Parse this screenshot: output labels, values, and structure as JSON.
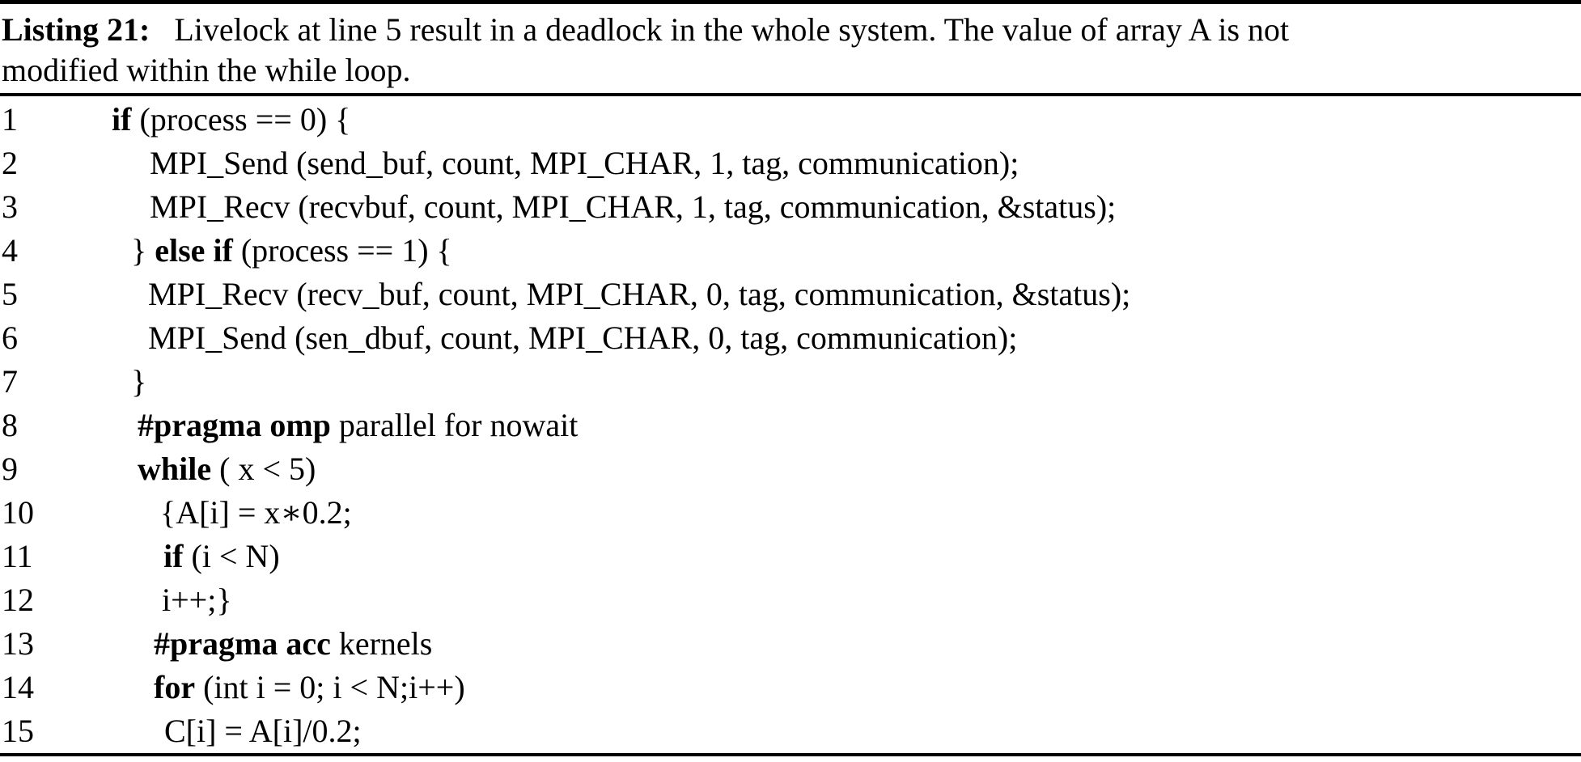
{
  "caption": {
    "label": "Listing 21:",
    "line1": "Livelock at line 5 result in a deadlock in the whole system. The value of array A is not",
    "line2": "modified within the while loop."
  },
  "code": {
    "lines": [
      {
        "no": "1",
        "indent": 138,
        "segments": [
          {
            "t": "if",
            "b": true
          },
          {
            "t": " (process == 0) {",
            "b": false
          }
        ]
      },
      {
        "no": "2",
        "indent": 185,
        "segments": [
          {
            "t": "MPI_Send (send_buf, count, MPI_CHAR, 1, tag, communication);",
            "b": false
          }
        ]
      },
      {
        "no": "3",
        "indent": 185,
        "segments": [
          {
            "t": "MPI_Recv (recvbuf, count, MPI_CHAR, 1, tag, communication, &status);",
            "b": false
          }
        ]
      },
      {
        "no": "4",
        "indent": 162,
        "segments": [
          {
            "t": "} ",
            "b": false
          },
          {
            "t": "else if",
            "b": true
          },
          {
            "t": " (process == 1) {",
            "b": false
          }
        ]
      },
      {
        "no": "5",
        "indent": 183,
        "segments": [
          {
            "t": "MPI_Recv (recv_buf, count, MPI_CHAR, 0, tag, communication, &status);",
            "b": false
          }
        ]
      },
      {
        "no": "6",
        "indent": 183,
        "segments": [
          {
            "t": "MPI_Send (sen_dbuf, count, MPI_CHAR, 0, tag, communication);",
            "b": false
          }
        ]
      },
      {
        "no": "7",
        "indent": 162,
        "segments": [
          {
            "t": "}",
            "b": false
          }
        ]
      },
      {
        "no": "8",
        "indent": 170,
        "segments": [
          {
            "t": "#pragma omp",
            "b": true
          },
          {
            "t": " parallel for nowait",
            "b": false
          }
        ]
      },
      {
        "no": "9",
        "indent": 170,
        "segments": [
          {
            "t": "while",
            "b": true
          },
          {
            "t": " ( x < 5)",
            "b": false
          }
        ]
      },
      {
        "no": "10",
        "indent": 198,
        "segments": [
          {
            "t": "{A[i] = x∗0.2;",
            "b": false
          }
        ]
      },
      {
        "no": "11",
        "indent": 202,
        "segments": [
          {
            "t": "if",
            "b": true
          },
          {
            "t": " (i < N)",
            "b": false
          }
        ]
      },
      {
        "no": "12",
        "indent": 200,
        "segments": [
          {
            "t": "i++;}",
            "b": false
          }
        ]
      },
      {
        "no": "13",
        "indent": 190,
        "segments": [
          {
            "t": "#pragma acc",
            "b": true
          },
          {
            "t": " kernels",
            "b": false
          }
        ]
      },
      {
        "no": "14",
        "indent": 190,
        "segments": [
          {
            "t": "for",
            "b": true
          },
          {
            "t": " (int i = 0; i < N;i++)",
            "b": false
          }
        ]
      },
      {
        "no": "15",
        "indent": 203,
        "segments": [
          {
            "t": "C[i] = A[i]/0.2;",
            "b": false
          }
        ]
      }
    ]
  }
}
